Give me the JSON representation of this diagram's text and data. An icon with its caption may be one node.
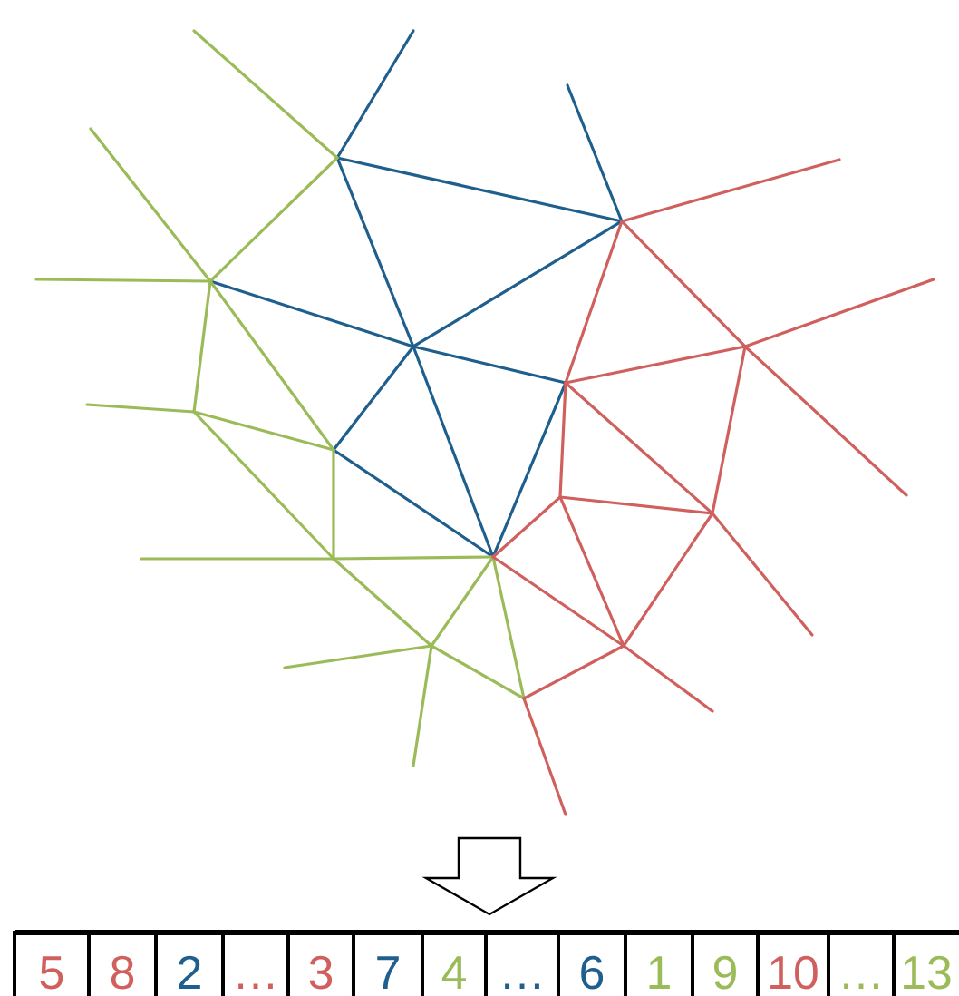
{
  "diagram": {
    "labels": [
      "5",
      "8",
      "2",
      "…",
      "3",
      "7",
      "4",
      "…",
      "6",
      "1",
      "9",
      "10",
      "…",
      "13"
    ]
  }
}
